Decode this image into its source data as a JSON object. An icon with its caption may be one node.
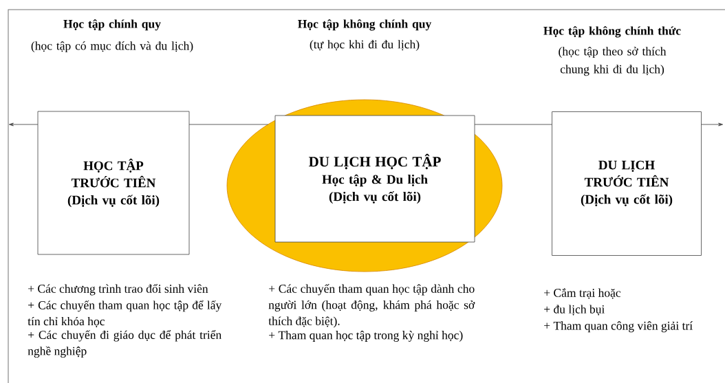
{
  "diagram": {
    "nodes": [
      {
        "text": [
          "HỌC TẬP TRƯỚC TIÊN",
          "(Dịch vụ cốt lõi)"
        ]
      },
      {
        "text": [],
        "shape": "ellipse"
      },
      {
        "text": [
          "DU LỊCH HỌC TẬP",
          "Học tập & Du lịch",
          "(Dịch vụ cốt lõi)"
        ],
        "in": 1
      },
      {
        "text": [
          "DU LỊCH TRƯỚC TIÊN",
          "(Dịch vụ cốt lõi)"
        ]
      }
    ],
    "edges": [
      {
        "from": 0,
        "to": null,
        "arrow": "to"
      },
      {
        "from": 0,
        "to": 1,
        "arrow": "none"
      },
      {
        "from": 1,
        "to": 3,
        "arrow": "none"
      },
      {
        "from": 3,
        "to": null,
        "arrow": "to"
      }
    ],
    "labels": [
      "Học tập chính quy",
      "(học tập có mục đích và đu lịch)",
      "Học tập không chính quy",
      "(tự học khi đi đu lịch)",
      "Học tập không chính thức",
      "(học tập theo sở thích chung khi đi đu lịch)",
      "+ Các chương trình trao đổi sinh viên",
      "+ Các chuyến tham quan học tập để lấy tín chỉ khóa học",
      "+ Các chuyến đi giáo dục để phát triển nghề nghiệp",
      "+ Các chuyến tham quan học tập dành cho người lớn (hoạt động, khám phá hoặc sở thích đặc biệt).",
      "+ Tham quan học tập trong kỳ nghỉ học)",
      "+ Cắm trại hoặc",
      "+ đu lịch bụi",
      "+ Tham quan công viên giải trí"
    ]
  }
}
